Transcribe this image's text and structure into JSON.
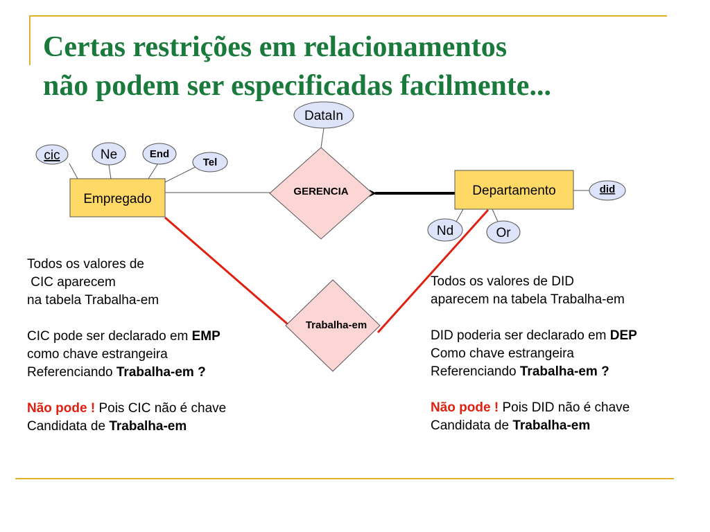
{
  "title": {
    "line1": "Certas restrições em relacionamentos",
    "line2": "não podem ser especificadas facilmente..."
  },
  "diagram": {
    "entities": {
      "empregado": "Empregado",
      "departamento": "Departamento"
    },
    "relationships": {
      "gerencia": "GERENCIA",
      "trabalha_em": "Trabalha-em"
    },
    "attributes": {
      "cic": "cic",
      "ne": "Ne",
      "end": "End",
      "tel": "Tel",
      "datain": "DataIn",
      "did": "did",
      "nd": "Nd",
      "or": "Or"
    }
  },
  "left_note": {
    "l1": "Todos os valores de",
    "l2": " CIC aparecem",
    "l3": "na tabela Trabalha-em",
    "l4a": "CIC pode ser declarado em ",
    "l4b": "EMP",
    "l5": "como chave estrangeira",
    "l6a": "Referenciando ",
    "l6b": "Trabalha-em ?",
    "l7a": "Não pode !",
    "l7b": " Pois CIC não é chave",
    "l8a": "Candidata de ",
    "l8b": "Trabalha-em"
  },
  "right_note": {
    "l1": "Todos os valores de DID",
    "l2": "aparecem na tabela Trabalha-em",
    "l3a": "DID poderia ser declarado em ",
    "l3b": "DEP",
    "l4": "Como chave estrangeira",
    "l5a": "Referenciando ",
    "l5b": "Trabalha-em ?",
    "l6a": "Não pode !",
    "l6b": " Pois DID não é chave",
    "l7a": "Candidata de ",
    "l7b": "Trabalha-em"
  },
  "colors": {
    "title": "#1a7a3c",
    "entity_fill": "#ffd966",
    "attribute_fill": "#dde4fa",
    "relationship_fill": "#fcd5d5",
    "participation_line": "#e02010",
    "frame": "#e0b028"
  }
}
